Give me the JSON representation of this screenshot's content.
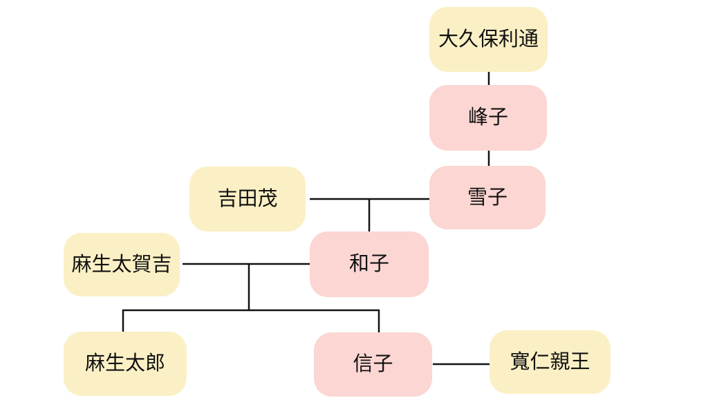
{
  "diagram": {
    "type": "family-tree",
    "background_color": "#ffffff",
    "node_colors": {
      "yellow": "#FBF0C5",
      "pink": "#FBD6D2"
    },
    "line_color": "#111111",
    "text_color": "#111111",
    "nodes": [
      {
        "id": "okubo-toshimichi",
        "label": "大久保利通",
        "color": "yellow"
      },
      {
        "id": "mineko",
        "label": "峰子",
        "color": "pink"
      },
      {
        "id": "yukiko",
        "label": "雪子",
        "color": "pink"
      },
      {
        "id": "yoshida-shigeru",
        "label": "吉田茂",
        "color": "yellow"
      },
      {
        "id": "kazuko",
        "label": "和子",
        "color": "pink"
      },
      {
        "id": "aso-takakichi",
        "label": "麻生太賀吉",
        "color": "yellow"
      },
      {
        "id": "aso-taro",
        "label": "麻生太郎",
        "color": "yellow"
      },
      {
        "id": "nobuko",
        "label": "信子",
        "color": "pink"
      },
      {
        "id": "tomohito-shinno",
        "label": "寬仁親王",
        "color": "yellow"
      }
    ],
    "edges": [
      {
        "from": "okubo-toshimichi",
        "to": "mineko",
        "type": "parent-child"
      },
      {
        "from": "mineko",
        "to": "yukiko",
        "type": "parent-child"
      },
      {
        "from": "yoshida-shigeru",
        "to": "yukiko",
        "type": "couple"
      },
      {
        "from": "yoshida-shigeru + yukiko",
        "to": "kazuko",
        "type": "parent-child"
      },
      {
        "from": "aso-takakichi",
        "to": "kazuko",
        "type": "couple"
      },
      {
        "from": "aso-takakichi + kazuko",
        "to": "aso-taro",
        "type": "parent-child"
      },
      {
        "from": "aso-takakichi + kazuko",
        "to": "nobuko",
        "type": "parent-child"
      },
      {
        "from": "nobuko",
        "to": "tomohito-shinno",
        "type": "couple"
      }
    ]
  }
}
